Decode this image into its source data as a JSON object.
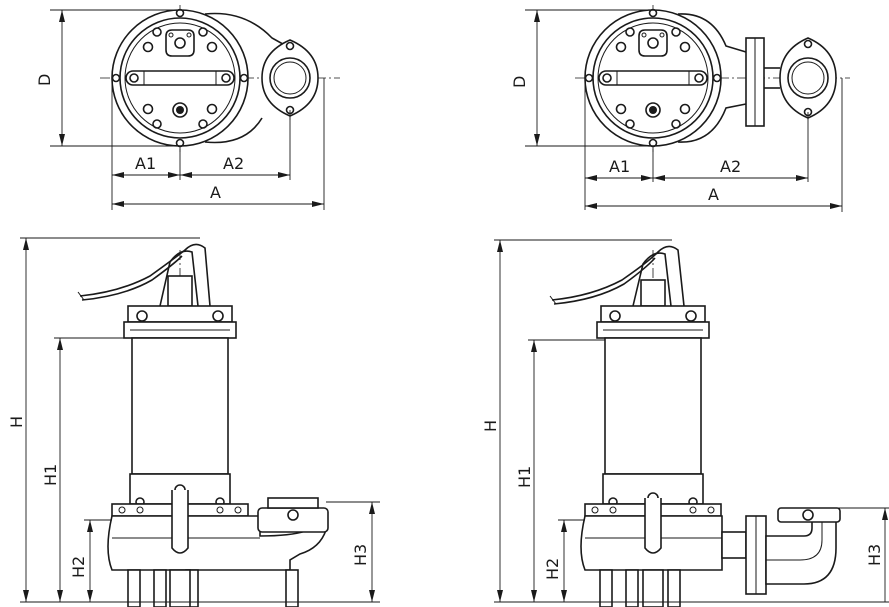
{
  "labels": {
    "dim_d": "D",
    "dim_a1": "A1",
    "dim_a2": "A2",
    "dim_a": "A",
    "dim_h": "H",
    "dim_h1": "H1",
    "dim_h2": "H2",
    "dim_h3": "H3"
  },
  "colors": {
    "line": "#1a1a1a",
    "background": "#ffffff"
  }
}
